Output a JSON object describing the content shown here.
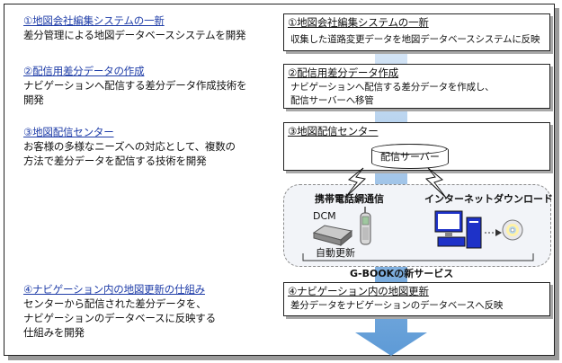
{
  "left": [
    {
      "heading": "①地図会社編集システムの一新",
      "body": [
        "差分管理による地図データベースシステムを開発"
      ]
    },
    {
      "heading": "②配信用差分データの作成",
      "body": [
        "ナビゲーションへ配信する差分データ作成技術を",
        "開発"
      ]
    },
    {
      "heading": "③地図配信センター",
      "body": [
        "お客様の多様なニーズへの対応として、複数の",
        "方法で差分データを配信する技術を開発"
      ]
    },
    {
      "heading": "④ナビゲーション内の地図更新の仕組み",
      "body": [
        "センターから配信された差分データを、",
        "ナビゲーションのデータベースに反映する",
        "仕組みを開発"
      ]
    }
  ],
  "right": {
    "box1": {
      "heading": "①地図会社編集システムの一新",
      "body": [
        "収集した道路変更データを地図データベースシステムに反映"
      ]
    },
    "box2": {
      "heading": "②配信用差分データ作成",
      "body": [
        "ナビゲーションへ配信する差分データを作成し、",
        "配信サーバーへ移管"
      ]
    },
    "box3": {
      "heading": "③地図配信センター",
      "server_label": "配信サーバー"
    },
    "box4": {
      "heading": "④ナビゲーション内の地図更新",
      "body": [
        "差分データをナビゲーションのデータベースへ反映"
      ]
    }
  },
  "delivery": {
    "mobile_label": "携帯電話網通信",
    "internet_label": "インターネットダウンロード",
    "dcm_label": "DCM",
    "auto_update_label": "自動更新",
    "service_label": "G-BOOKの新サービス"
  },
  "colors": {
    "arrow_light": "#dbe9f8",
    "arrow_dark": "#5d9ad6",
    "heading_blue": "#1f3da8",
    "monitor_blue": "#1e32c8"
  }
}
